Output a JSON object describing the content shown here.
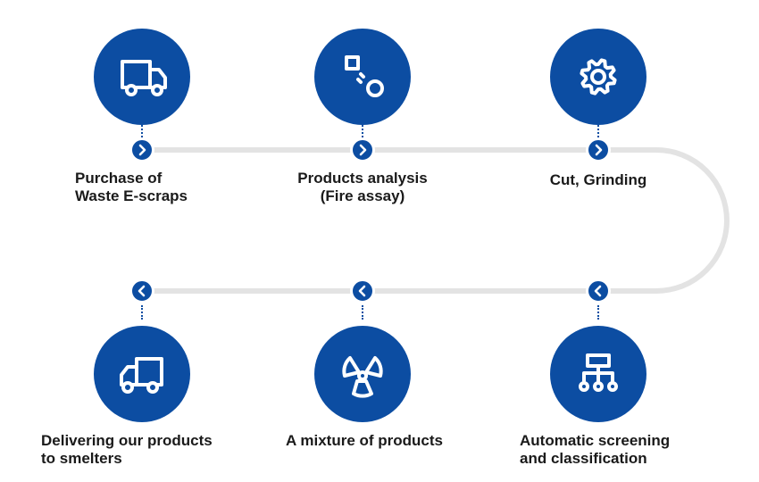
{
  "colors": {
    "primary": "#0C4DA2",
    "track": "#E3E3E3",
    "text": "#1a1a1a"
  },
  "steps": [
    {
      "label": "Purchase of\nWaste E-scraps",
      "icon": "truck-icon"
    },
    {
      "label": "Products analysis\n(Fire assay)",
      "icon": "sample-analysis-icon"
    },
    {
      "label": "Cut, Grinding",
      "icon": "gear-icon"
    },
    {
      "label": "Automatic screening\nand classification",
      "icon": "hierarchy-icon"
    },
    {
      "label": "A mixture of products",
      "icon": "radiation-icon"
    },
    {
      "label": "Delivering our products\nto smelters",
      "icon": "delivery-truck-icon"
    }
  ],
  "connectors": [
    "chevron-right-icon",
    "chevron-right-icon",
    "chevron-right-icon",
    "chevron-left-icon",
    "chevron-left-icon",
    "chevron-left-icon"
  ]
}
